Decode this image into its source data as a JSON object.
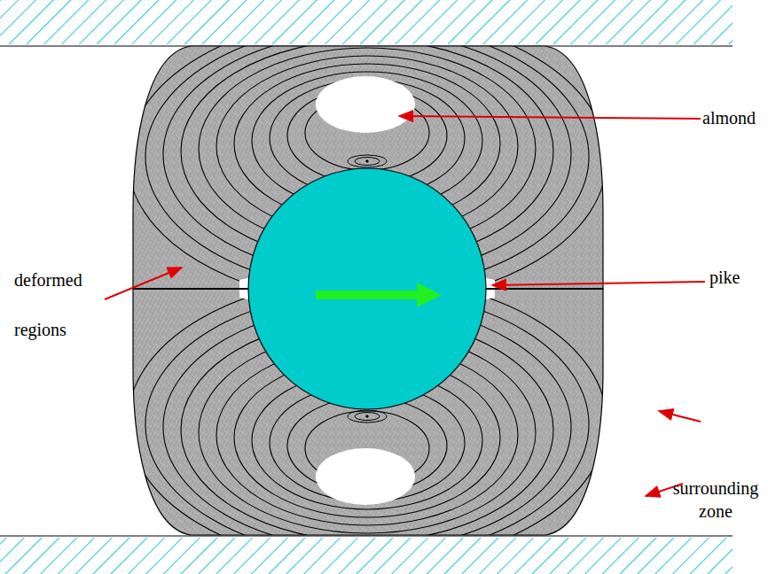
{
  "diagram": {
    "labels": [
      "almond",
      "pike",
      "deformed regions",
      "surrounding zone"
    ]
  }
}
